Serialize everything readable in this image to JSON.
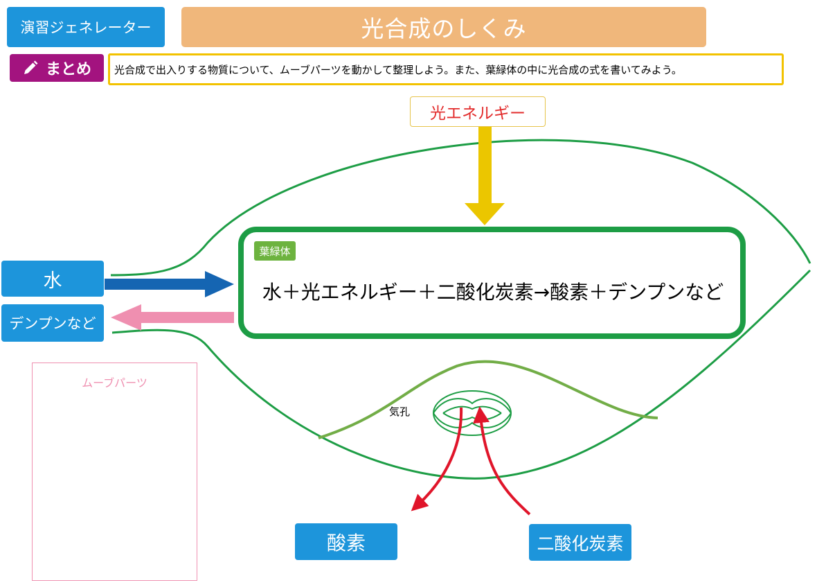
{
  "header": {
    "app_button": "演習ジェネレーター",
    "title": "光合成のしくみ"
  },
  "summary": {
    "badge_label": "まとめ",
    "badge_icon": "pencil-icon",
    "instruction": "光合成で出入りする物質について、ムーブパーツを動かして整理しよう。また、葉緑体の中に光合成の式を書いてみよう。"
  },
  "diagram": {
    "light_energy": "光エネルギー",
    "chloroplast_tag": "葉緑体",
    "equation": "水＋光エネルギー＋二酸化炭素→酸素＋デンプンなど",
    "stoma_label": "気孔",
    "inputs": {
      "water": "水",
      "starch": "デンプンなど",
      "oxygen": "酸素",
      "carbon_dioxide": "二酸化炭素"
    }
  },
  "move_parts": {
    "title": "ムーブパーツ"
  },
  "colors": {
    "leaf_outline": "#1d9d45",
    "vein": "#72ad47",
    "button_blue": "#1d95db",
    "title_orange": "#f0b77b",
    "summary_purple": "#a3137f",
    "summary_border": "#f2c200",
    "light_arrow": "#ebc600",
    "water_arrow": "#1565b2",
    "starch_arrow": "#ef8fb0",
    "gas_arrow": "#e0152a",
    "energy_text": "#e22b2b"
  }
}
